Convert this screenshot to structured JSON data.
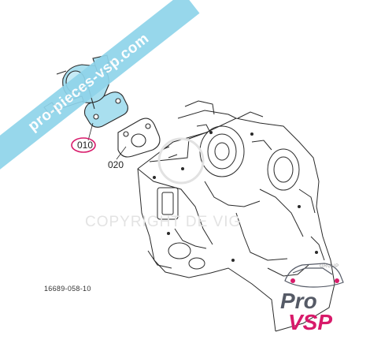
{
  "banner": {
    "text": "pro-pieces-vsp.com"
  },
  "callouts": {
    "part_010": "010",
    "part_020": "020"
  },
  "drawing": {
    "number": "16689-058-10"
  },
  "watermark": {
    "text": "COPYRIGHT DE VIG"
  },
  "logo": {
    "group": "GROUP",
    "line1": "Pro",
    "line2": "VSP"
  },
  "colors": {
    "highlight_ring": "#d81a6a",
    "pump_fill": "#a9dfef",
    "banner": "#8fd4ea",
    "line_art": "#2a2a2a",
    "logo_accent": "#d81a6a",
    "logo_dark": "#555a66"
  }
}
